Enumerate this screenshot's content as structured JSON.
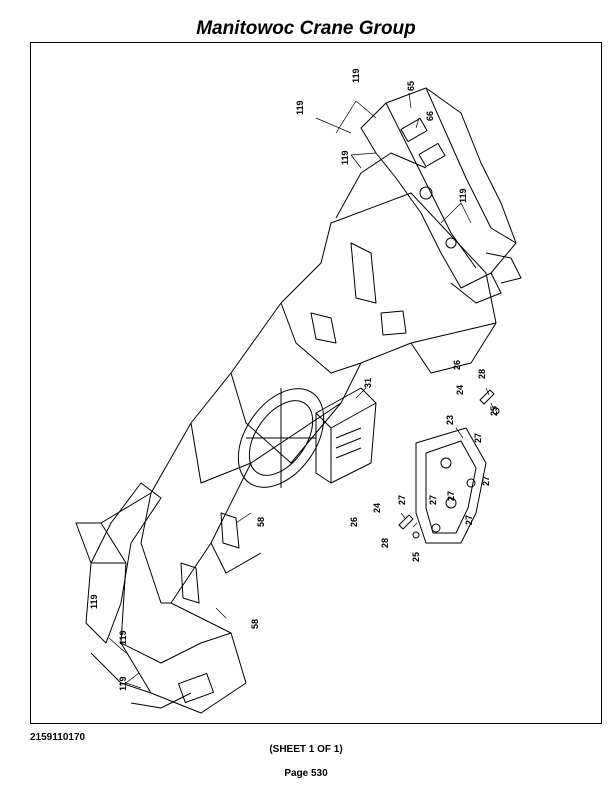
{
  "header": {
    "title": "Manitowoc Crane Group"
  },
  "footer": {
    "drawing_number": "2159110170",
    "sheet": "(SHEET 1 OF 1)",
    "page": "Page 530"
  },
  "callouts": {
    "c119a": "119",
    "c119b": "119",
    "c119c": "119",
    "c119d": "119",
    "c119e": "119",
    "c119f": "119",
    "c119g": "119",
    "c65": "65",
    "c66": "66",
    "c31": "31",
    "c58a": "58",
    "c58b": "58",
    "c23": "23",
    "c26a": "26",
    "c28a": "28",
    "c24a": "24",
    "c25a": "25",
    "c27a": "27",
    "c27b": "27",
    "c27c": "27",
    "c27d": "27",
    "c26b": "26",
    "c24b": "24",
    "c28b": "28",
    "c25b": "25",
    "c27e": "27",
    "c27f": "27"
  }
}
